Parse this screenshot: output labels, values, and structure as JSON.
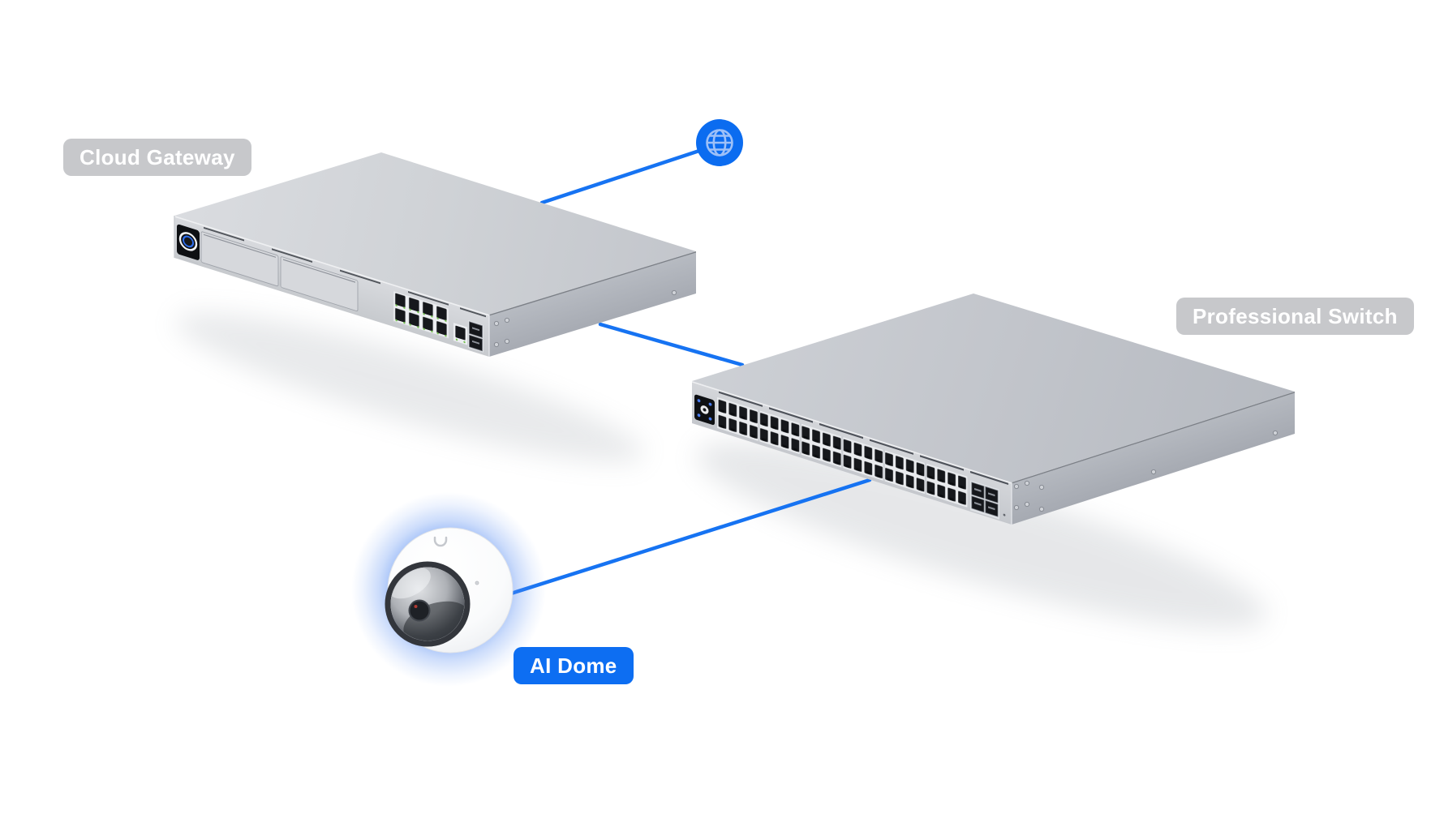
{
  "diagram": {
    "background_color": "#ffffff",
    "colors": {
      "connection_blue": "#1673f2",
      "globe_blue": "#0b6cf0",
      "globe_glyph_blue": "#9dc0f8",
      "badge_gray": "#c7c8cb",
      "badge_blue": "#0d6ef2",
      "badge_text": "#ffffff",
      "device_gray": "#c9ccd2",
      "camera_glow_blue": "#568cf2"
    },
    "nodes": [
      {
        "id": "internet",
        "kind": "globe-icon",
        "label": ""
      },
      {
        "id": "cloud_gateway",
        "kind": "gateway-device",
        "label": "Cloud Gateway"
      },
      {
        "id": "professional_switch",
        "kind": "switch-device",
        "label": "Professional Switch"
      },
      {
        "id": "ai_dome",
        "kind": "camera-device",
        "label": "AI Dome"
      }
    ],
    "connections": [
      {
        "from": "cloud_gateway",
        "to": "internet"
      },
      {
        "from": "cloud_gateway",
        "to": "professional_switch"
      },
      {
        "from": "professional_switch",
        "to": "ai_dome"
      }
    ]
  }
}
